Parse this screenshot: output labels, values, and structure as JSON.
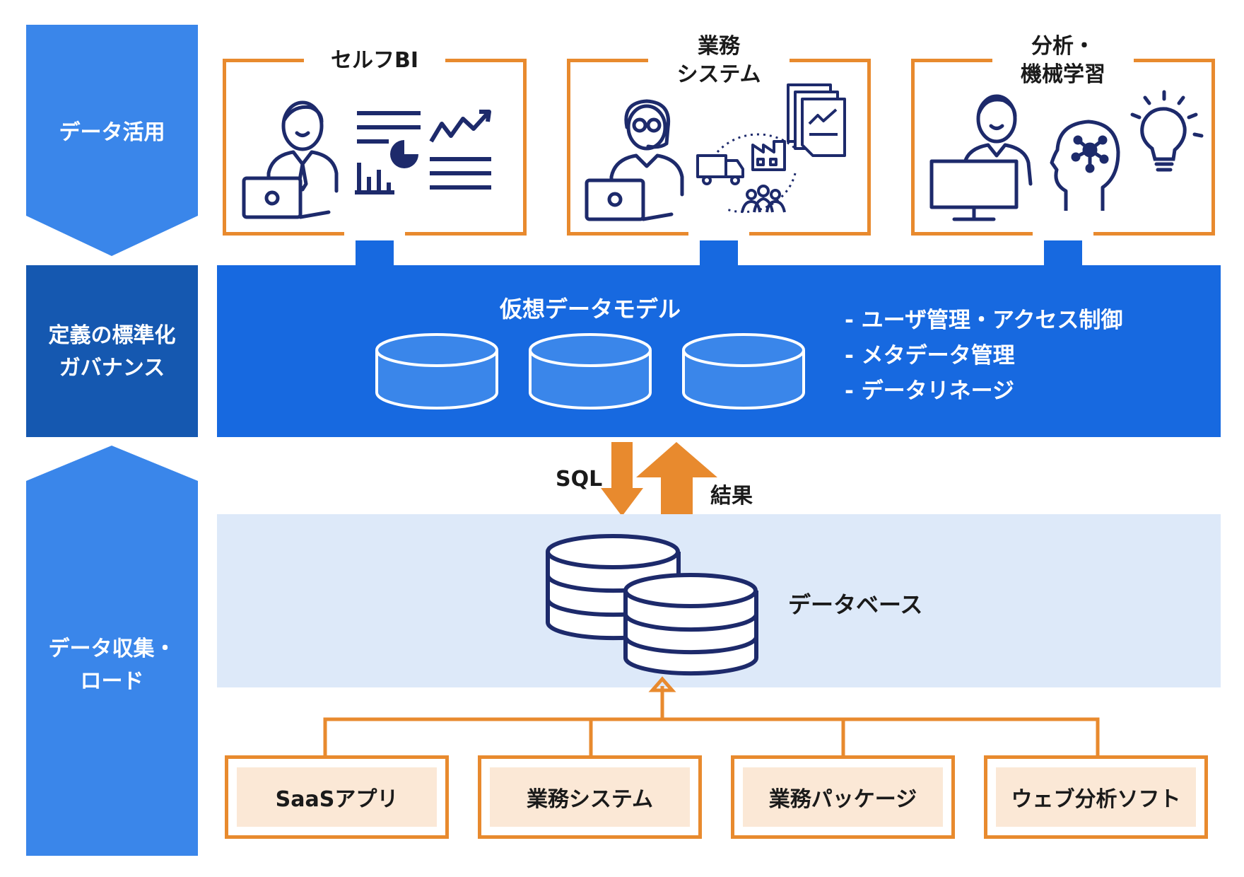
{
  "sidebar": {
    "usage": "データ活用",
    "governance_line1": "定義の標準化",
    "governance_line2": "ガバナンス",
    "collection_line1": "データ収集・",
    "collection_line2": "ロード"
  },
  "top_panels": [
    {
      "title_line1": "セルフBI",
      "title_line2": ""
    },
    {
      "title_line1": "業務",
      "title_line2": "システム"
    },
    {
      "title_line1": "分析・",
      "title_line2": "機械学習"
    }
  ],
  "virtual_model": {
    "title": "仮想データモデル",
    "features": [
      "- ユーザ管理・アクセス制御",
      "- メタデータ管理",
      "- データリネージ"
    ]
  },
  "flow": {
    "down_label": "SQL",
    "up_label": "結果"
  },
  "database": {
    "label": "データベース"
  },
  "sources": [
    "SaaSアプリ",
    "業務システム",
    "業務パッケージ",
    "ウェブ分析ソフト"
  ],
  "colors": {
    "sidebar_blue": "#3a86ea",
    "governance_dark": "#1558b0",
    "model_band": "#1769e0",
    "db_band": "#dde9f9",
    "orange": "#e88a2e",
    "navy": "#1d2a6b",
    "source_fill": "#fbe8d6"
  }
}
